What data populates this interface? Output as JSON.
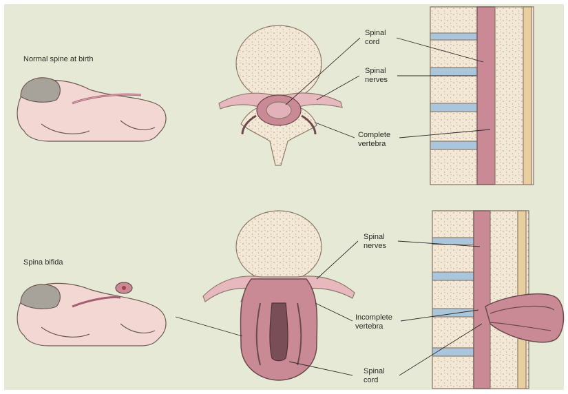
{
  "colors": {
    "background": "#e6e9d6",
    "bone": "#f3e7d6",
    "bone_outline": "#8c7a68",
    "cord": "#c98a95",
    "cord_dark": "#6a4a4c",
    "disc": "#a9c6dc",
    "skin": "#f2d7d3",
    "hair": "#a8a39a"
  },
  "top": {
    "caption": "Normal spine at birth",
    "labels": {
      "cord_line1": "Spinal",
      "cord_line2": "cord",
      "nerves_line1": "Spinal",
      "nerves_line2": "nerves",
      "vertebra_line1": "Complete",
      "vertebra_line2": "vertebra"
    }
  },
  "bottom": {
    "caption": "Spina bifida",
    "labels": {
      "nerves_line1": "Spinal",
      "nerves_line2": "nerves",
      "vertebra_line1": "Incomplete",
      "vertebra_line2": "vertebra",
      "cord_line1": "Spinal",
      "cord_line2": "cord"
    }
  }
}
